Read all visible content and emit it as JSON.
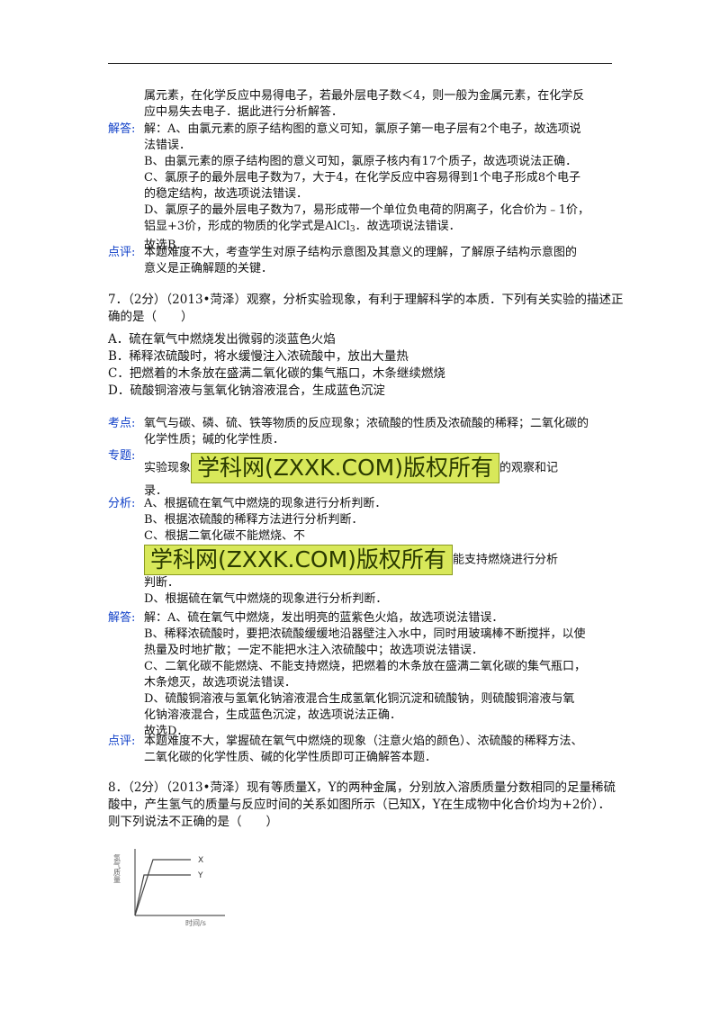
{
  "prev": {
    "analysis_tail": [
      "属元素，在化学反应中易得电子，若最外层电子数＜4，则一般为金属元素，在化学反",
      "应中易失去电子．据此进行分析解答．"
    ],
    "answer_label": "解答:",
    "answer_lines": [
      "解：A、由氯元素的原子结构图的意义可知，氯原子第一电子层有2个电子，故选项说",
      "法错误．",
      "B、由氯元素的原子结构图的意义可知，氯原子核内有17个质子，故选项说法正确．",
      "C、氯原子的最外层电子数为7，大于4，在化学反应中容易得到1个电子形成8个电子",
      "的稳定结构，故选项说法错误．",
      "D、氯原子的最外层电子数为7，易形成带一个单位负电荷的阴离子，化合价为﹣1价，"
    ],
    "formula_pre": "铝显+3价，形成的物质的化学式是AlCl",
    "formula_sub": "3",
    "formula_post": "．故选项说法错误．",
    "choice": "故选B．",
    "comment_label": "点评:",
    "comment_lines": [
      "本题难度不大，考查学生对原子结构示意图及其意义的理解，了解原子结构示意图的",
      "意义是正确解题的关键．"
    ]
  },
  "q7": {
    "stem": [
      "7．（2分）（2013•菏泽）观察，分析实验现象，有利于理解科学的本质．下列有关实验的描述正",
      "确的是（　　）"
    ],
    "options": [
      "A．硫在氧气中燃烧发出微弱的淡蓝色火焰",
      "B．稀释浓硫酸时，将水缓慢注入浓硫酸中，放出大量热",
      "C．把燃着的木条放在盛满二氧化碳的集气瓶口，木条继续燃烧",
      "D．硫酸铜溶液与氢氧化钠溶液混合，生成蓝色沉淀"
    ],
    "point_label": "考点:",
    "point_lines": [
      "氧气与碳、磷、硫、铁等物质的反应现象；浓硫酸的性质及浓硫酸的稀释；二氧化碳的",
      "化学性质；碱的化学性质．"
    ],
    "topic_label": "专题:",
    "topic_pre": "实验现象",
    "topic_post": "的观察和记",
    "topic_end": "录．",
    "analysis_label": "分析:",
    "analysis_a": "A、根据硫在氧气中燃烧的现象进行分析判断．",
    "analysis_b": "B、根据浓硫酸的稀释方法进行分析判断．",
    "analysis_c1": "C、根据二氧化碳不能燃烧、不",
    "analysis_c2": "能支持燃烧进行分析",
    "analysis_c3": "判断．",
    "analysis_d": "D、根据硫在氧气中燃烧的现象进行分析判断．",
    "answer_label": "解答:",
    "answer_lines": [
      "解：A、硫在氧气中燃烧，发出明亮的蓝紫色火焰，故选项说法错误．",
      "B、稀释浓硫酸时，要把浓硫酸缓缓地沿器壁注入水中，同时用玻璃棒不断搅拌，以使",
      "热量及时地扩散；一定不能把水注入浓硫酸中；故选项说法错误．",
      "C、二氧化碳不能燃烧、不能支持燃烧，把燃着的木条放在盛满二氧化碳的集气瓶口，",
      "木条熄灭，故选项说法错误．",
      "D、硫酸铜溶液与氢氧化钠溶液混合生成氢氧化铜沉淀和硫酸钠，则硫酸铜溶液与氧",
      "化钠溶液混合，生成蓝色沉淀，故选项说法正确．",
      "故选D．"
    ],
    "comment_label": "点评:",
    "comment_lines": [
      "本题难度不大，掌握硫在氧气中燃烧的现象（注意火焰的颜色）、浓硫酸的稀释方法、",
      "二氧化碳的化学性质、碱的化学性质即可正确解答本题．"
    ]
  },
  "q8": {
    "stem": [
      "8．（2分）（2013•菏泽）现有等质量X，Y的两种金属，分别放入溶质质量分数相同的足量稀硫",
      "酸中，产生氢气的质量与反应时间的关系如图所示（已知X，Y在生成物中化合价均为+2价）．",
      "则下列说法不正确的是（　　）"
    ]
  },
  "watermark": "学科网(ZXXK.COM)版权所有",
  "graph": {
    "ylabel": "氢气质量",
    "xlabel": "时间/s",
    "series_x": "X",
    "series_y": "Y"
  },
  "colors": {
    "label": "#1040c8",
    "watermark_bg": "#d8e85a"
  }
}
